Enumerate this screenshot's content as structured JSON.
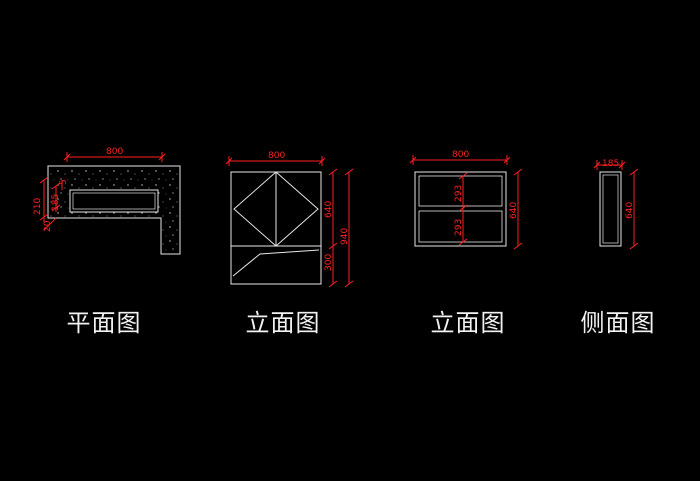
{
  "colors": {
    "background": "#000000",
    "outline": "#e6e6e6",
    "dimension": "#ff2020",
    "caption": "#f2f2f2"
  },
  "views": [
    {
      "caption": "平面图",
      "dims": {
        "width": "800",
        "depth1": "210",
        "depth2": "185",
        "inner": "5",
        "edge": "20"
      }
    },
    {
      "caption": "立面图",
      "dims": {
        "width": "800",
        "upper": "640",
        "lower": "300",
        "total": "940"
      }
    },
    {
      "caption": "立面图",
      "dims": {
        "width": "800",
        "shelf_top": "293",
        "shelf_bottom": "293",
        "height": "640"
      }
    },
    {
      "caption": "侧面图",
      "dims": {
        "depth": "185",
        "height": "640"
      }
    }
  ]
}
